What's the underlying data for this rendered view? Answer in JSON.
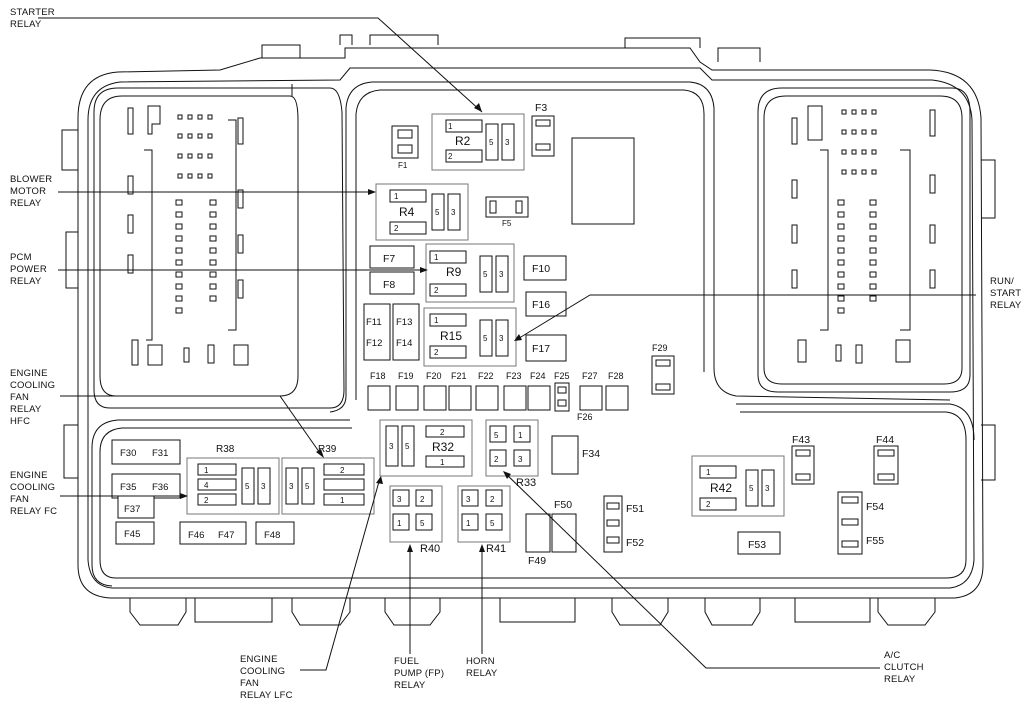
{
  "callouts": {
    "starter_relay": [
      "STARTER",
      "RELAY"
    ],
    "blower_motor_relay": [
      "BLOWER",
      "MOTOR",
      "RELAY"
    ],
    "pcm_power_relay": [
      "PCM",
      "POWER",
      "RELAY"
    ],
    "engine_cooling_fan_relay_hfc": [
      "ENGINE",
      "COOLING",
      "FAN",
      "RELAY",
      "HFC"
    ],
    "engine_cooling_fan_relay_fc": [
      "ENGINE",
      "COOLING",
      "FAN",
      "RELAY FC"
    ],
    "engine_cooling_fan_relay_lfc": [
      "ENGINE",
      "COOLING",
      "FAN",
      "RELAY LFC"
    ],
    "fuel_pump_relay": [
      "FUEL",
      "PUMP (FP)",
      "RELAY"
    ],
    "horn_relay": [
      "HORN",
      "RELAY"
    ],
    "ac_clutch_relay": [
      "A/C",
      "CLUTCH",
      "RELAY"
    ],
    "run_start_relay": [
      "RUN/",
      "START",
      "RELAY"
    ]
  },
  "fuses": {
    "F1": "F1",
    "F3": "F3",
    "F5": "F5",
    "F7": "F7",
    "F8": "F8",
    "F10": "F10",
    "F11": "F11",
    "F12": "F12",
    "F13": "F13",
    "F14": "F14",
    "F16": "F16",
    "F17": "F17",
    "F18": "F18",
    "F19": "F19",
    "F20": "F20",
    "F21": "F21",
    "F22": "F22",
    "F23": "F23",
    "F24": "F24",
    "F25": "F25",
    "F26": "F26",
    "F27": "F27",
    "F28": "F28",
    "F29": "F29",
    "F30": "F30",
    "F31": "F31",
    "F34": "F34",
    "F35": "F35",
    "F36": "F36",
    "F37": "F37",
    "F43": "F43",
    "F44": "F44",
    "F45": "F45",
    "F46": "F46",
    "F47": "F47",
    "F48": "F48",
    "F49": "F49",
    "F50": "F50",
    "F51": "F51",
    "F52": "F52",
    "F53": "F53",
    "F54": "F54",
    "F55": "F55"
  },
  "relays": {
    "R2": "R2",
    "R4": "R4",
    "R9": "R9",
    "R15": "R15",
    "R32": "R32",
    "R33": "R33",
    "R38": "R38",
    "R39": "R39",
    "R40": "R40",
    "R41": "R41",
    "R42": "R42"
  },
  "pins": {
    "p1": "1",
    "p2": "2",
    "p3": "3",
    "p4": "4",
    "p5": "5"
  }
}
